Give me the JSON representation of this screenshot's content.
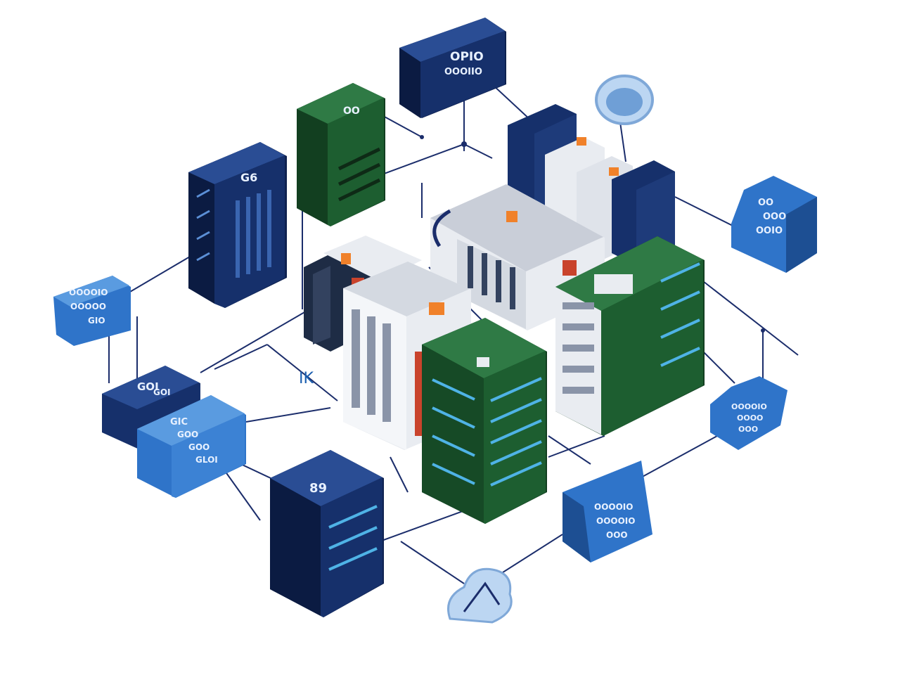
{
  "colors": {
    "navy": "#16306b",
    "navy_dark": "#0f2250",
    "navy_side": "#0b1b42",
    "green": "#1d5e30",
    "green_dark": "#123f20",
    "blue_panel": "#2f74c9",
    "blue_panel_side": "#1d4f93",
    "line": "#1b2d6b",
    "accent_orange": "#f0812a",
    "accent_red": "#c9432c",
    "rack_white": "#e9ecf1",
    "slot_cyan": "#4fb3e6"
  },
  "labels": {
    "top_box": [
      "OPIO",
      "OOOIIO"
    ],
    "left_tower": "G6",
    "green_tower": "OO",
    "left_panel": [
      "OOOOIO",
      "OOOOO",
      "GIO"
    ],
    "left_cluster_a": [
      "GOI",
      "GOI"
    ],
    "left_cluster_b": [
      "GIC",
      "GOO",
      "GOO",
      "GLOI"
    ],
    "bottom_tower": "89",
    "right_panel": [
      "OO",
      "OOO",
      "OOIO"
    ],
    "bottom_right_panel": [
      "OOOOIO",
      "OOOOIO",
      "OOO"
    ],
    "right_small_panel": [
      "OOOOIO",
      "OOOO",
      "OOO"
    ],
    "center_glyph": "IK"
  }
}
